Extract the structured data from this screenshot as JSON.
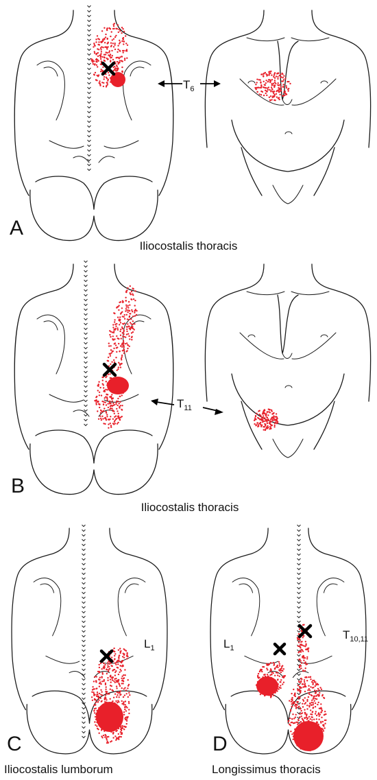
{
  "panels": {
    "a": {
      "letter": "A",
      "caption": "Iliocostalis thoracis",
      "level": {
        "main": "T",
        "sub": "6"
      }
    },
    "b": {
      "letter": "B",
      "caption": "Iliocostalis thoracis",
      "level": {
        "main": "T",
        "sub": "11"
      }
    },
    "c": {
      "letter": "C",
      "caption": "Iliocostalis lumborum",
      "level": {
        "main": "L",
        "sub": "1"
      }
    },
    "d": {
      "letter": "D",
      "caption": "Longissimus thoracis",
      "level_left": {
        "main": "L",
        "sub": "1"
      },
      "level_right": {
        "main": "T",
        "sub": "10,11"
      }
    }
  },
  "colors": {
    "referred_pain": "#e8202a",
    "trigger_point": "#000000",
    "outline": "#1a1a1a"
  },
  "icons": {
    "trigger_point": "x-mark-icon",
    "referral_arrow": "double-arrow-icon"
  }
}
